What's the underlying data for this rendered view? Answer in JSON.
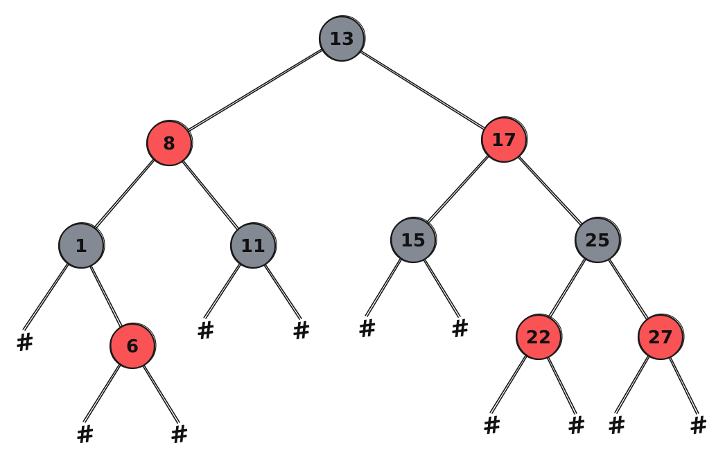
{
  "colors": {
    "red": "#f95355",
    "black": "#848a93",
    "stroke": "#1a1a1a"
  },
  "nodes": [
    {
      "id": "n13",
      "label": "13",
      "color": "black"
    },
    {
      "id": "n8",
      "label": "8",
      "color": "red"
    },
    {
      "id": "n17",
      "label": "17",
      "color": "red"
    },
    {
      "id": "n1",
      "label": "1",
      "color": "black"
    },
    {
      "id": "n11",
      "label": "11",
      "color": "black"
    },
    {
      "id": "n15",
      "label": "15",
      "color": "black"
    },
    {
      "id": "n25",
      "label": "25",
      "color": "black"
    },
    {
      "id": "n6",
      "label": "6",
      "color": "red"
    },
    {
      "id": "n22",
      "label": "22",
      "color": "red"
    },
    {
      "id": "n27",
      "label": "27",
      "color": "red"
    }
  ],
  "nil_label": "#",
  "nils": [
    {
      "id": "nil1L"
    },
    {
      "id": "nil6L"
    },
    {
      "id": "nil6R"
    },
    {
      "id": "nil11L"
    },
    {
      "id": "nil11R"
    },
    {
      "id": "nil15L"
    },
    {
      "id": "nil15R"
    },
    {
      "id": "nil22L"
    },
    {
      "id": "nil22R"
    },
    {
      "id": "nil27L"
    },
    {
      "id": "nil27R"
    }
  ],
  "edges": [
    [
      "n13",
      "n8"
    ],
    [
      "n13",
      "n17"
    ],
    [
      "n8",
      "n1"
    ],
    [
      "n8",
      "n11"
    ],
    [
      "n17",
      "n15"
    ],
    [
      "n17",
      "n25"
    ],
    [
      "n1",
      "nil1L"
    ],
    [
      "n1",
      "n6"
    ],
    [
      "n6",
      "nil6L"
    ],
    [
      "n6",
      "nil6R"
    ],
    [
      "n11",
      "nil11L"
    ],
    [
      "n11",
      "nil11R"
    ],
    [
      "n15",
      "nil15L"
    ],
    [
      "n15",
      "nil15R"
    ],
    [
      "n25",
      "n22"
    ],
    [
      "n25",
      "n27"
    ],
    [
      "n22",
      "nil22L"
    ],
    [
      "n22",
      "nil22R"
    ],
    [
      "n27",
      "nil27L"
    ],
    [
      "n27",
      "nil27R"
    ]
  ]
}
